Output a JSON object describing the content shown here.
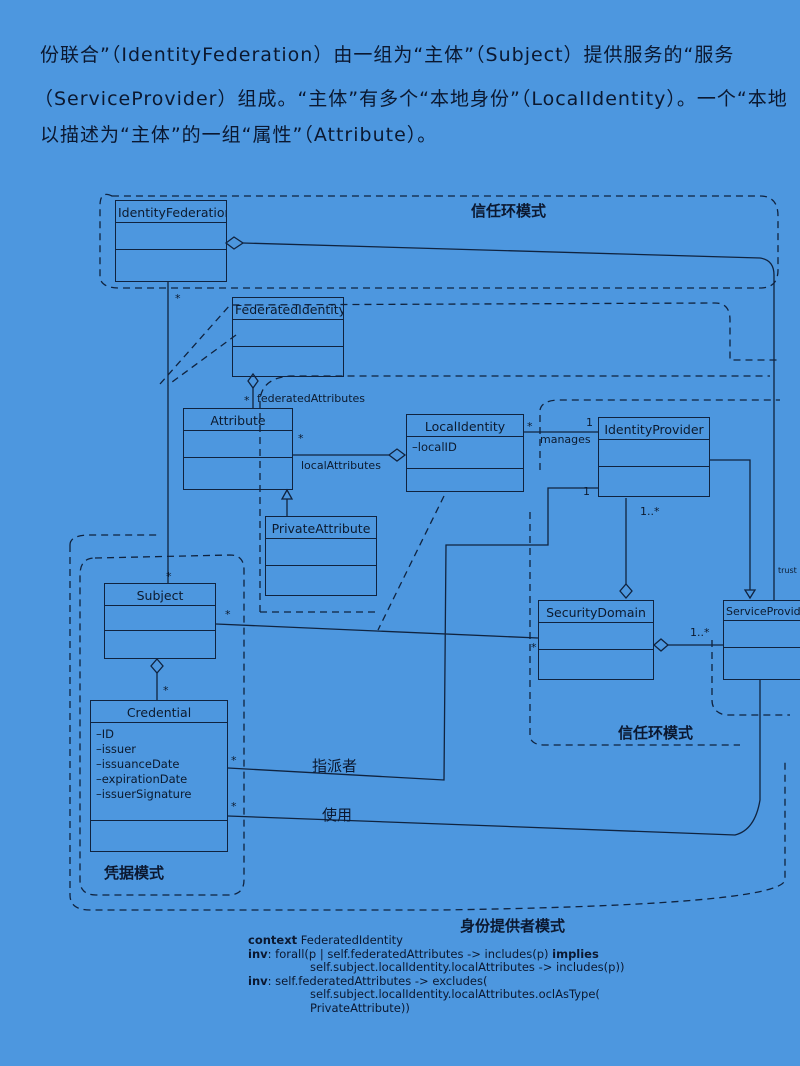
{
  "paragraph": {
    "line1": "份联合”（IdentityFederation）由一组为“主体”（Subject）提供服务的“服务",
    "line2": "（ServiceProvider）组成。“主体”有多个“本地身份”（LocalIdentity）。一个“本地",
    "line3": "以描述为“主体”的一组“属性”（Attribute）。"
  },
  "classes": {
    "identity_federation": {
      "name": "IdentityFederation"
    },
    "federated_identity": {
      "name": "FederatedIdentity"
    },
    "attribute": {
      "name": "Attribute"
    },
    "local_identity": {
      "name": "LocalIdentity",
      "attributes": [
        "–localID"
      ]
    },
    "identity_provider": {
      "name": "IdentityProvider"
    },
    "private_attribute": {
      "name": "PrivateAttribute"
    },
    "subject": {
      "name": "Subject"
    },
    "security_domain": {
      "name": "SecurityDomain"
    },
    "service_provider": {
      "name": "ServiceProvider"
    },
    "credential": {
      "name": "Credential",
      "attributes": [
        "–ID",
        "–issuer",
        "–issuanceDate",
        "–expirationDate",
        "–issuerSignature"
      ]
    }
  },
  "associations": {
    "federated_attributes": "federatedAttributes",
    "local_attributes": "localAttributes",
    "manages": "manages",
    "appointer": "指派者",
    "uses": "使用"
  },
  "multiplicities": {
    "star": "*",
    "one": "1",
    "one_many": "1..*",
    "trust": "trust"
  },
  "pattern_labels": {
    "trust_ring_top": "信任环模式",
    "trust_ring_bottom": "信任环模式",
    "credential_pattern": "凭据模式",
    "identity_provider_pattern": "身份提供者模式"
  },
  "ocl": {
    "line1_kw": "context",
    "line1": " FederatedIdentity",
    "line2_kw": "inv",
    "line2": ": forall(p | self.federatedAttributes -> includes(p) ",
    "line2_implies": "implies",
    "line3": "self.subject.localIdentity.localAttributes -> includes(p))",
    "line4_kw": "inv",
    "line4": ": self.federatedAttributes -> excludes(",
    "line5": "self.subject.localIdentity.localAttributes.oclAsType(",
    "line6": "PrivateAttribute))"
  }
}
